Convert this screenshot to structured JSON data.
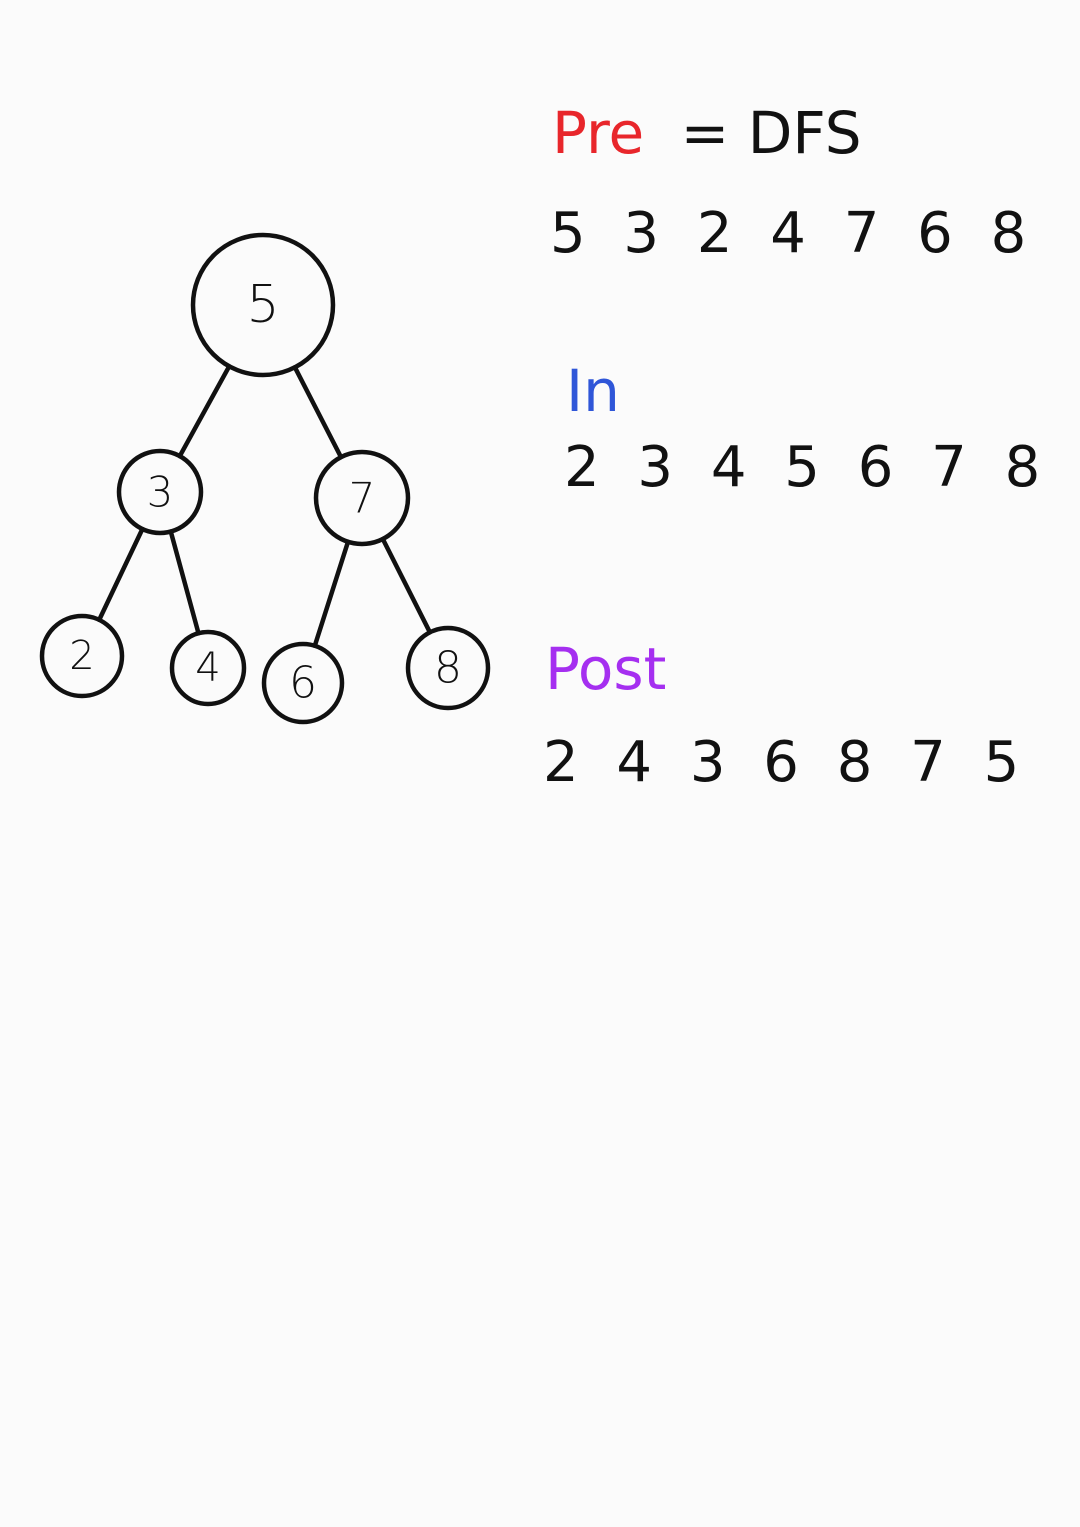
{
  "colors": {
    "ink": "#111111",
    "pre": "#e8262b",
    "in": "#2f56d8",
    "post": "#a52ff0",
    "background": "#fbfbfb"
  },
  "tree": {
    "nodes": [
      {
        "id": "5",
        "label": "5"
      },
      {
        "id": "3",
        "label": "3"
      },
      {
        "id": "7",
        "label": "7"
      },
      {
        "id": "2",
        "label": "2"
      },
      {
        "id": "4",
        "label": "4"
      },
      {
        "id": "6",
        "label": "6"
      },
      {
        "id": "8",
        "label": "8"
      }
    ],
    "edges": [
      [
        "5",
        "3"
      ],
      [
        "5",
        "7"
      ],
      [
        "3",
        "2"
      ],
      [
        "3",
        "4"
      ],
      [
        "7",
        "6"
      ],
      [
        "7",
        "8"
      ]
    ]
  },
  "notes": {
    "pre": {
      "label": "Pre",
      "equals": "= DFS",
      "sequence": "5 3 2 4 7 6 8"
    },
    "in": {
      "label": "In",
      "sequence": "2 3 4 5 6 7 8"
    },
    "post": {
      "label": "Post",
      "sequence": "2 4 3 6 8 7 5"
    }
  }
}
